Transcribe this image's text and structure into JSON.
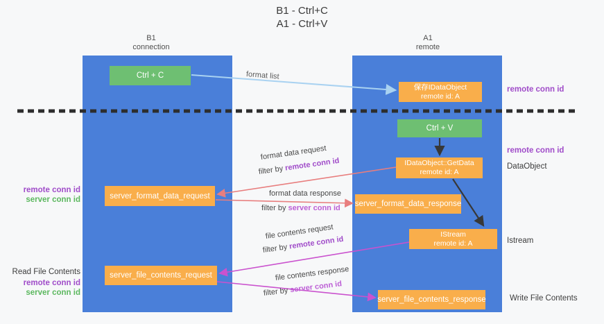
{
  "title": {
    "line1": "B1 - Ctrl+C",
    "line2": "A1 - Ctrl+V"
  },
  "lanes": {
    "left": {
      "title": "B1",
      "subtitle": "connection"
    },
    "right": {
      "title": "A1",
      "subtitle": "remote"
    }
  },
  "nodes": {
    "ctrl_c": {
      "label": "Ctrl + C"
    },
    "save_idataobject": {
      "line1": "保存IDataObject",
      "line2": "remote id: A"
    },
    "ctrl_v": {
      "label": "Ctrl + V"
    },
    "idataobject_getdata": {
      "line1": "IDataObject::GetData",
      "line2": "remote id: A"
    },
    "server_format_data_request": {
      "label": "server_format_data_request"
    },
    "server_format_data_response": {
      "label": "server_format_data_response"
    },
    "istream": {
      "line1": "IStream",
      "line2": "remote id: A"
    },
    "server_file_contents_request": {
      "label": "server_file_contents_request"
    },
    "server_file_contents_response": {
      "label": "server_file_contents_response"
    }
  },
  "right_labels": {
    "remote_conn_id_top": "remote conn id",
    "remote_conn_id_mid": "remote conn id",
    "dataobject": "DataObject",
    "istream": "Istream",
    "write_file_contents": "Write File Contents"
  },
  "left_labels": {
    "remote_conn_id_format": "remote conn id",
    "server_conn_id_format": "server conn id",
    "read_file_contents": "Read File Contents",
    "remote_conn_id_file": "remote conn id",
    "server_conn_id_file": "server conn id"
  },
  "edge_labels": {
    "format_list": "format list",
    "format_data_request": "format data request",
    "format_data_request_filter_prefix": "filter by",
    "format_data_request_filter_key": "remote conn id",
    "format_data_response": "format data response",
    "format_data_response_filter_prefix": "filter by",
    "format_data_response_filter_key": "server conn id",
    "file_contents_request": "file contents request",
    "file_contents_request_filter_prefix": "filter by",
    "file_contents_request_filter_key": "remote conn id",
    "file_contents_response": "file contents response",
    "file_contents_response_filter_prefix": "filter by",
    "file_contents_response_filter_key": "server conn id"
  },
  "colors": {
    "lane_blue": "#4a7fd9",
    "node_green": "#6ebf72",
    "node_orange": "#f9ae4b",
    "label_purple": "#a04cc9",
    "label_green": "#5cb85f",
    "label_orchid": "#bd5fd6",
    "arrow_salmon": "#e87e7e",
    "arrow_magenta": "#ca52ce",
    "arrow_lightblue": "#a9d2f1",
    "arrow_black": "#383838",
    "divider_black": "#2d2d2d"
  }
}
